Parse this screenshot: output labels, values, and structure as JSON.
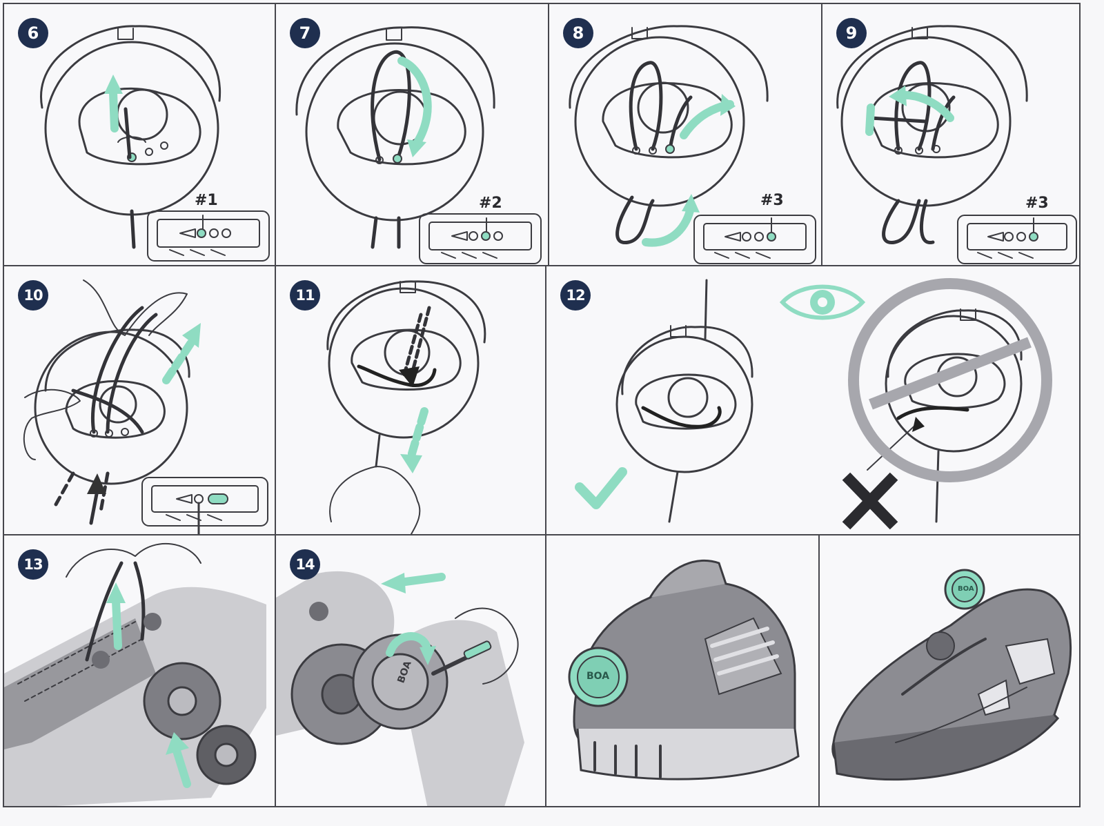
{
  "steps": [
    {
      "number": "6",
      "slot": "#1"
    },
    {
      "number": "7",
      "slot": "#2"
    },
    {
      "number": "8",
      "slot": "#3"
    },
    {
      "number": "9",
      "slot": "#3"
    },
    {
      "number": "10"
    },
    {
      "number": "11"
    },
    {
      "number": "12"
    },
    {
      "number": "13"
    },
    {
      "number": "14"
    }
  ],
  "dial_brand": "BOA",
  "colors": {
    "accent": "#8fdcc2",
    "badge": "#1f2f4f",
    "ink": "#3b3b40",
    "correct": "#8fdcc2",
    "wrong": "#2b2b2f"
  },
  "icons": [
    "eye-icon",
    "check-icon",
    "cross-icon",
    "prohibition-icon"
  ]
}
